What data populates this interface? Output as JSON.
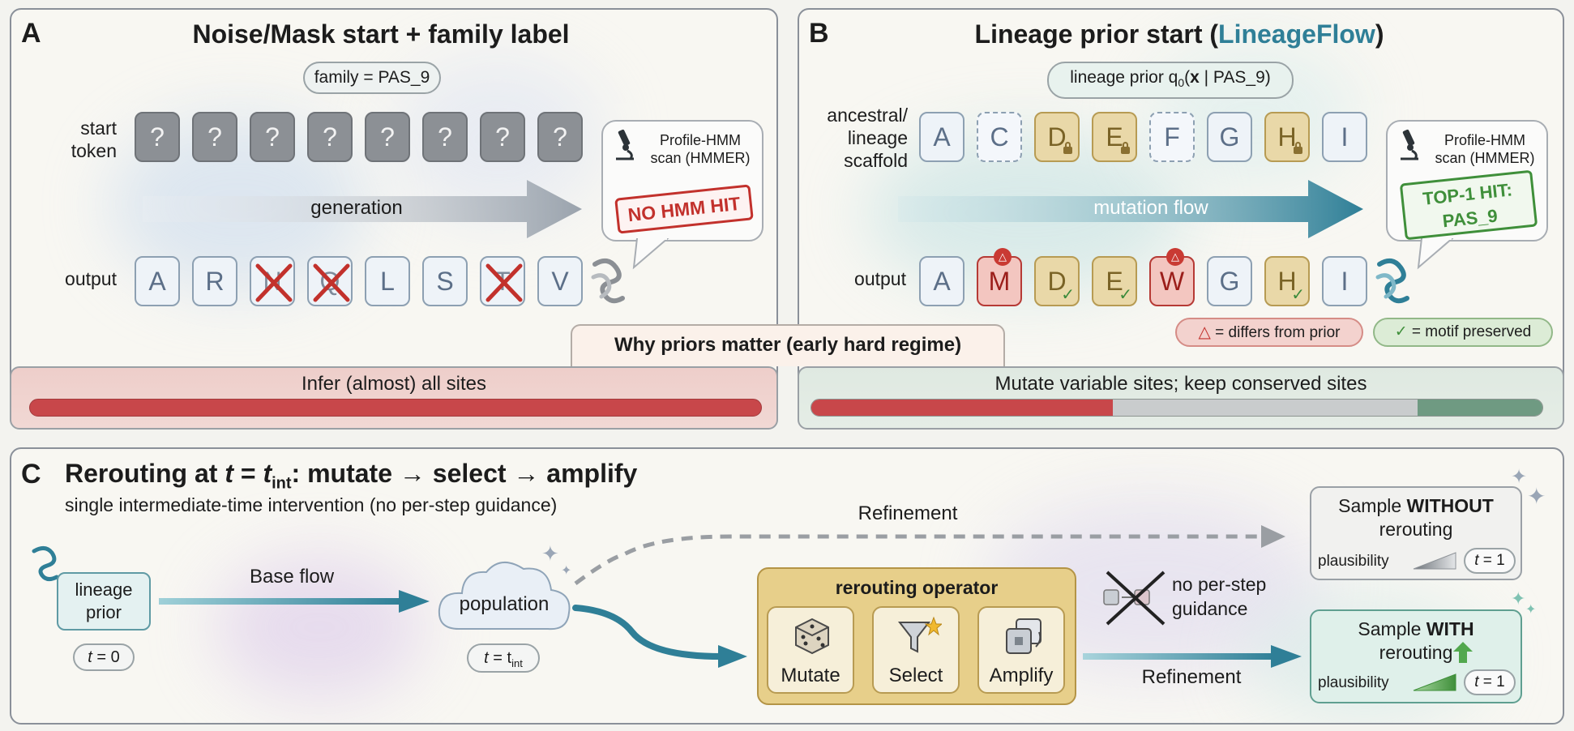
{
  "panelA": {
    "letter": "A",
    "title": "Noise/Mask start + family label",
    "family_pill": "family = PAS_9",
    "start_label_1": "start",
    "start_label_2": "token",
    "start_tokens": [
      "?",
      "?",
      "?",
      "?",
      "?",
      "?",
      "?",
      "?"
    ],
    "arrow_label": "generation",
    "output_label": "output",
    "output_tokens": [
      "A",
      "R",
      "N",
      "Q",
      "L",
      "S",
      "T",
      "V"
    ],
    "scan_title_1": "Profile-HMM",
    "scan_title_2": "scan (HMMER)",
    "scan_result": "NO HMM HIT",
    "footer_text": "Infer (almost) all sites"
  },
  "panelB": {
    "letter": "B",
    "title_prefix": "Lineage prior start (",
    "title_accent": "LineageFlow",
    "title_suffix": ")",
    "prior_pill_prefix": "lineage prior q",
    "prior_pill_sub": "0",
    "prior_pill_bold": "x",
    "prior_pill_suffix": " | PAS_9)",
    "scaffold_label_1": "ancestral/",
    "scaffold_label_2": "lineage",
    "scaffold_label_3": "scaffold",
    "scaffold_tokens": [
      "A",
      "C",
      "D",
      "E",
      "F",
      "G",
      "H",
      "I"
    ],
    "arrow_label": "mutation flow",
    "output_label": "output",
    "output_tokens": [
      "A",
      "M",
      "D",
      "E",
      "W",
      "G",
      "H",
      "I"
    ],
    "scan_title_1": "Profile-HMM",
    "scan_title_2": "scan (HMMER)",
    "scan_result_1": "TOP-1 HIT:",
    "scan_result_2": "PAS_9",
    "legend_differs_symbol": "△",
    "legend_differs": " = differs from prior",
    "legend_motif_symbol": "✓",
    "legend_motif": " = motif preserved",
    "footer_text": "Mutate variable sites; keep conserved sites"
  },
  "banner": "Why priors matter (early hard regime)",
  "panelC": {
    "letter": "C",
    "title_prefix": "Rerouting at ",
    "title_t": "t",
    "title_eq": " = ",
    "title_t2": "t",
    "title_sub": "int",
    "title_suffix": ": mutate → select → amplify",
    "subtitle": "single intermediate-time intervention (no per-step guidance)",
    "lineage_prior_1": "lineage",
    "lineage_prior_2": "prior",
    "t0_t": "t",
    "t0_rest": " = 0",
    "base_flow": "Base flow",
    "population": "population",
    "tint_t": "t",
    "tint_eq": " = t",
    "tint_sub": "int",
    "refinement_top": "Refinement",
    "refinement_bottom": "Refinement",
    "operator_title": "rerouting operator",
    "op_mutate": "Mutate",
    "op_select": "Select",
    "op_amplify": "Amplify",
    "no_guidance_1": "no per-step",
    "no_guidance_2": "guidance",
    "sample_without_1": "Sample ",
    "sample_without_bold": "WITHOUT",
    "sample_without_2": "rerouting",
    "sample_with_1": "Sample ",
    "sample_with_bold": "WITH",
    "sample_with_2": "rerouting",
    "plausibility": "plausibility",
    "t1_t": "t",
    "t1_rest": " = 1"
  },
  "colors": {
    "accent_teal": "#2f7f97",
    "hit_green": "#3f8f3a",
    "nohit_red": "#c2312c",
    "operator_gold": "#e7cf8a"
  }
}
